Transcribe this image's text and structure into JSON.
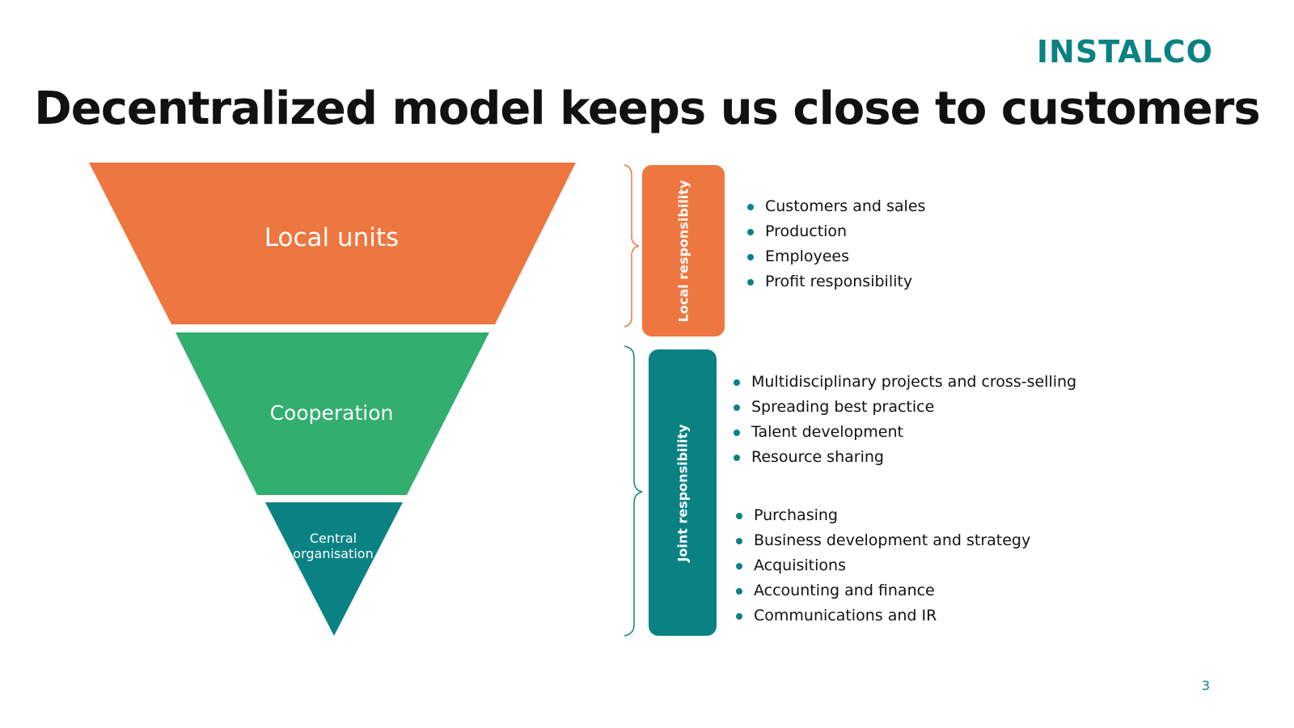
{
  "logo": "INSTALCO",
  "title": "Decentralized model keeps us close to customers",
  "page_number": "3",
  "colors": {
    "orange": "#ee7640",
    "green": "#32ae70",
    "teal": "#0a8283"
  },
  "funnel": {
    "tiers": [
      {
        "label": "Local units"
      },
      {
        "label": "Cooperation"
      },
      {
        "label": "Central organisation"
      }
    ]
  },
  "responsibilities": {
    "local": {
      "label": "Local responsibility",
      "items": [
        "Customers and sales",
        "Production",
        "Employees",
        "Profit responsibility"
      ]
    },
    "joint": {
      "label": "Joint responsibility",
      "group1": [
        "Multidisciplinary projects and cross-selling",
        "Spreading best practice",
        "Talent development",
        "Resource sharing"
      ],
      "group2": [
        "Purchasing",
        "Business development and strategy",
        "Acquisitions",
        "Accounting and finance",
        "Communications and IR"
      ]
    }
  }
}
